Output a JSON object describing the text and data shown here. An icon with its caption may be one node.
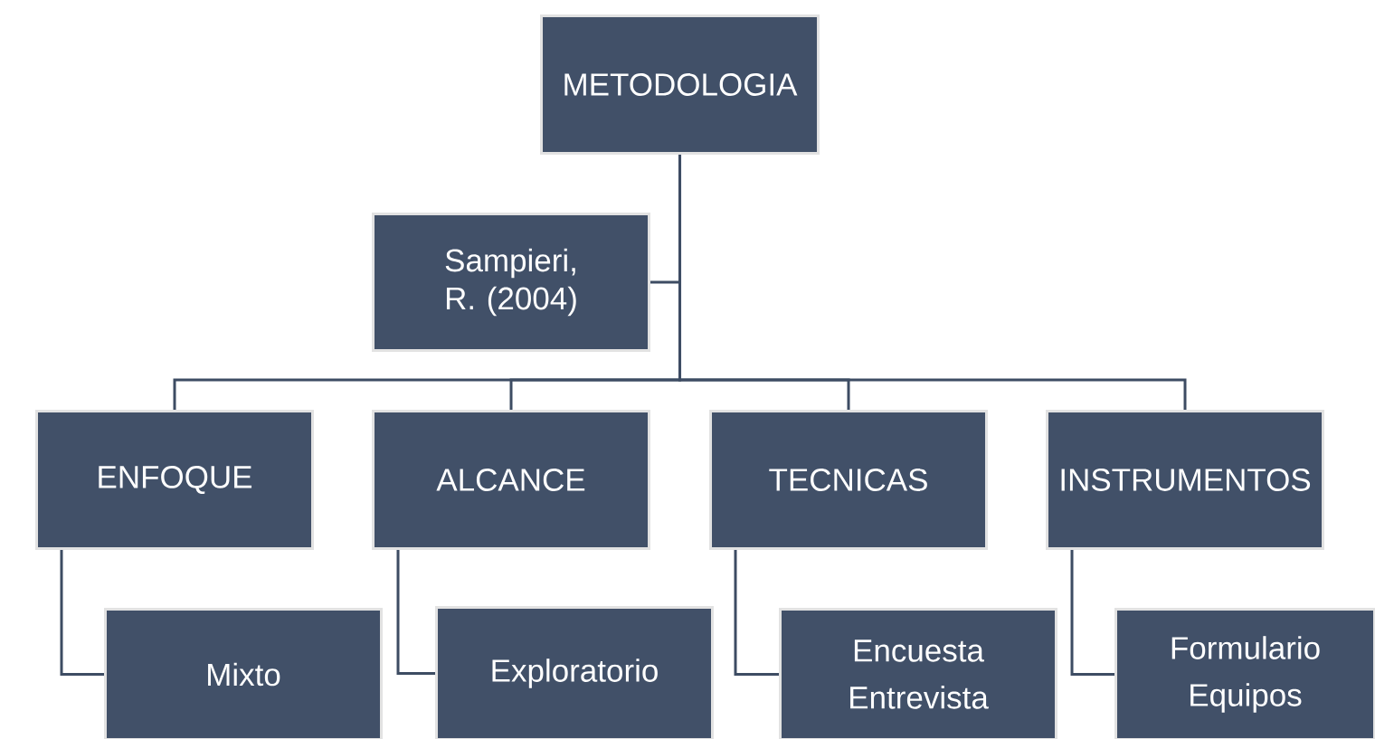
{
  "diagram": {
    "nodes": [
      {
        "text": [
          "METODOLOGIA"
        ]
      },
      {
        "text": [
          "Sampieri, R. (2004)"
        ]
      },
      {
        "text": [
          "ENFOQUE"
        ]
      },
      {
        "text": [
          "ALCANCE"
        ]
      },
      {
        "text": [
          "TECNICAS"
        ]
      },
      {
        "text": [
          "INSTRUMENTOS"
        ]
      },
      {
        "text": [
          "Mixto"
        ]
      },
      {
        "text": [
          "Exploratorio"
        ]
      },
      {
        "text": [
          "Encuesta",
          "Entrevista"
        ]
      },
      {
        "text": [
          "Formulario",
          "Equipos"
        ]
      }
    ],
    "edges": [
      {
        "from": 0,
        "to": 1,
        "arrow": "none"
      },
      {
        "from": 0,
        "to": 2,
        "arrow": "none"
      },
      {
        "from": 0,
        "to": 3,
        "arrow": "none"
      },
      {
        "from": 0,
        "to": 4,
        "arrow": "none"
      },
      {
        "from": 0,
        "to": 5,
        "arrow": "none"
      },
      {
        "from": 2,
        "to": 6,
        "arrow": "none"
      },
      {
        "from": 3,
        "to": 7,
        "arrow": "none"
      },
      {
        "from": 4,
        "to": 8,
        "arrow": "none"
      },
      {
        "from": 5,
        "to": 9,
        "arrow": "none"
      }
    ]
  }
}
